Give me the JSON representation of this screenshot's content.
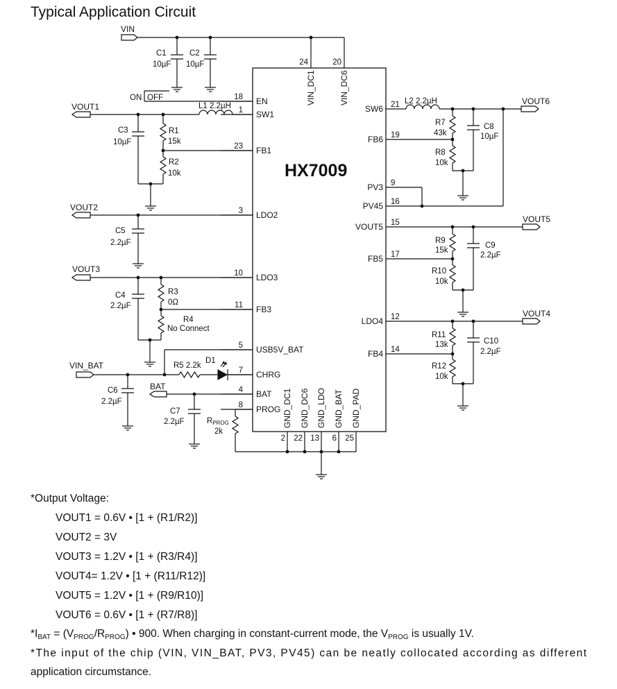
{
  "title": "Typical Application Circuit",
  "chip_name": "HX7009",
  "left_pins": [
    {
      "num": "18",
      "name": "EN"
    },
    {
      "num": "1",
      "name": "SW1"
    },
    {
      "num": "23",
      "name": "FB1"
    },
    {
      "num": "3",
      "name": "LDO2"
    },
    {
      "num": "10",
      "name": "LDO3"
    },
    {
      "num": "11",
      "name": "FB3"
    },
    {
      "num": "5",
      "name": "USB5V_BAT"
    },
    {
      "num": "7",
      "name": "CHRG"
    },
    {
      "num": "4",
      "name": "BAT"
    },
    {
      "num": "8",
      "name": "PROG"
    }
  ],
  "right_pins": [
    {
      "num": "21",
      "name": "SW6"
    },
    {
      "num": "19",
      "name": "FB6"
    },
    {
      "num": "9",
      "name": "PV3"
    },
    {
      "num": "16",
      "name": "PV45"
    },
    {
      "num": "15",
      "name": "VOUT5"
    },
    {
      "num": "17",
      "name": "FB5"
    },
    {
      "num": "12",
      "name": "LDO4"
    },
    {
      "num": "14",
      "name": "FB4"
    }
  ],
  "top_pins": [
    {
      "num": "24",
      "name": "VIN_DC1"
    },
    {
      "num": "20",
      "name": "VIN_DC6"
    }
  ],
  "bottom_pins": [
    {
      "num": "2",
      "name": "GND_DC1"
    },
    {
      "num": "22",
      "name": "GND_DC6"
    },
    {
      "num": "13",
      "name": "GND_LDO"
    },
    {
      "num": "6",
      "name": "GND_BAT"
    },
    {
      "num": "25",
      "name": "GND_PAD"
    }
  ],
  "nets": {
    "vin": "VIN",
    "vout1": "VOUT1",
    "vout2": "VOUT2",
    "vout3": "VOUT3",
    "vin_bat": "VIN_BAT",
    "bat": "BAT",
    "vout6": "VOUT6",
    "vout5": "VOUT5",
    "vout4": "VOUT4",
    "on": "ON",
    "off": "OFF"
  },
  "components": {
    "c1": {
      "ref": "C1",
      "val": "10µF"
    },
    "c2": {
      "ref": "C2",
      "val": "10µF"
    },
    "l1": {
      "ref": "L1 2.2µH"
    },
    "c3": {
      "ref": "C3",
      "val": "10µF"
    },
    "r1": {
      "ref": "R1",
      "val": "15k"
    },
    "r2": {
      "ref": "R2",
      "val": "10k"
    },
    "c5": {
      "ref": "C5",
      "val": "2.2µF"
    },
    "c4": {
      "ref": "C4",
      "val": "2.2µF"
    },
    "r3": {
      "ref": "R3",
      "val": "0Ω"
    },
    "r4": {
      "ref": "R4",
      "val": "No Connect"
    },
    "r5": {
      "ref": "R5 2.2k"
    },
    "d1": {
      "ref": "D1"
    },
    "c6": {
      "ref": "C6",
      "val": "2.2µF"
    },
    "c7": {
      "ref": "C7",
      "val": "2.2µF"
    },
    "rprog": {
      "ref": "R",
      "sub": "PROG",
      "val": "2k"
    },
    "l2": {
      "ref": "L2 2.2µH"
    },
    "r7": {
      "ref": "R7",
      "val": "43k"
    },
    "c8": {
      "ref": "C8",
      "val": "10µF"
    },
    "r8": {
      "ref": "R8",
      "val": "10k"
    },
    "r9": {
      "ref": "R9",
      "val": "15k"
    },
    "c9": {
      "ref": "C9",
      "val": "2.2µF"
    },
    "r10": {
      "ref": "R10",
      "val": "10k"
    },
    "r11": {
      "ref": "R11",
      "val": "13k"
    },
    "c10": {
      "ref": "C10",
      "val": "2.2µF"
    },
    "r12": {
      "ref": "R12",
      "val": "10k"
    }
  },
  "notes": {
    "heading": "*Output Voltage:",
    "formulas": [
      "VOUT1 = 0.6V • [1 + (R1/R2)]",
      "VOUT2 = 3V",
      "VOUT3 = 1.2V • [1 + (R3/R4)]",
      "VOUT4= 1.2V • [1 + (R11/R12)]",
      "VOUT5 = 1.2V • [1 + (R9/R10)]",
      "VOUT6 = 0.6V • [1 + (R7/R8)]"
    ],
    "ibat_prefix": "*I",
    "ibat_sub": "BAT",
    "ibat_mid1": " = (V",
    "ibat_sub2": "PROG",
    "ibat_mid2": "/R",
    "ibat_sub3": "PROG",
    "ibat_mid3": ") • 900. When charging in constant-current mode, the V",
    "ibat_sub4": "PROG",
    "ibat_end": " is usually 1V.",
    "input_note_line1": "*The input of the chip (VIN, VIN_BAT, PV3, PV45) can be neatly collocated according as different",
    "input_note_line2": "application circumstance."
  }
}
